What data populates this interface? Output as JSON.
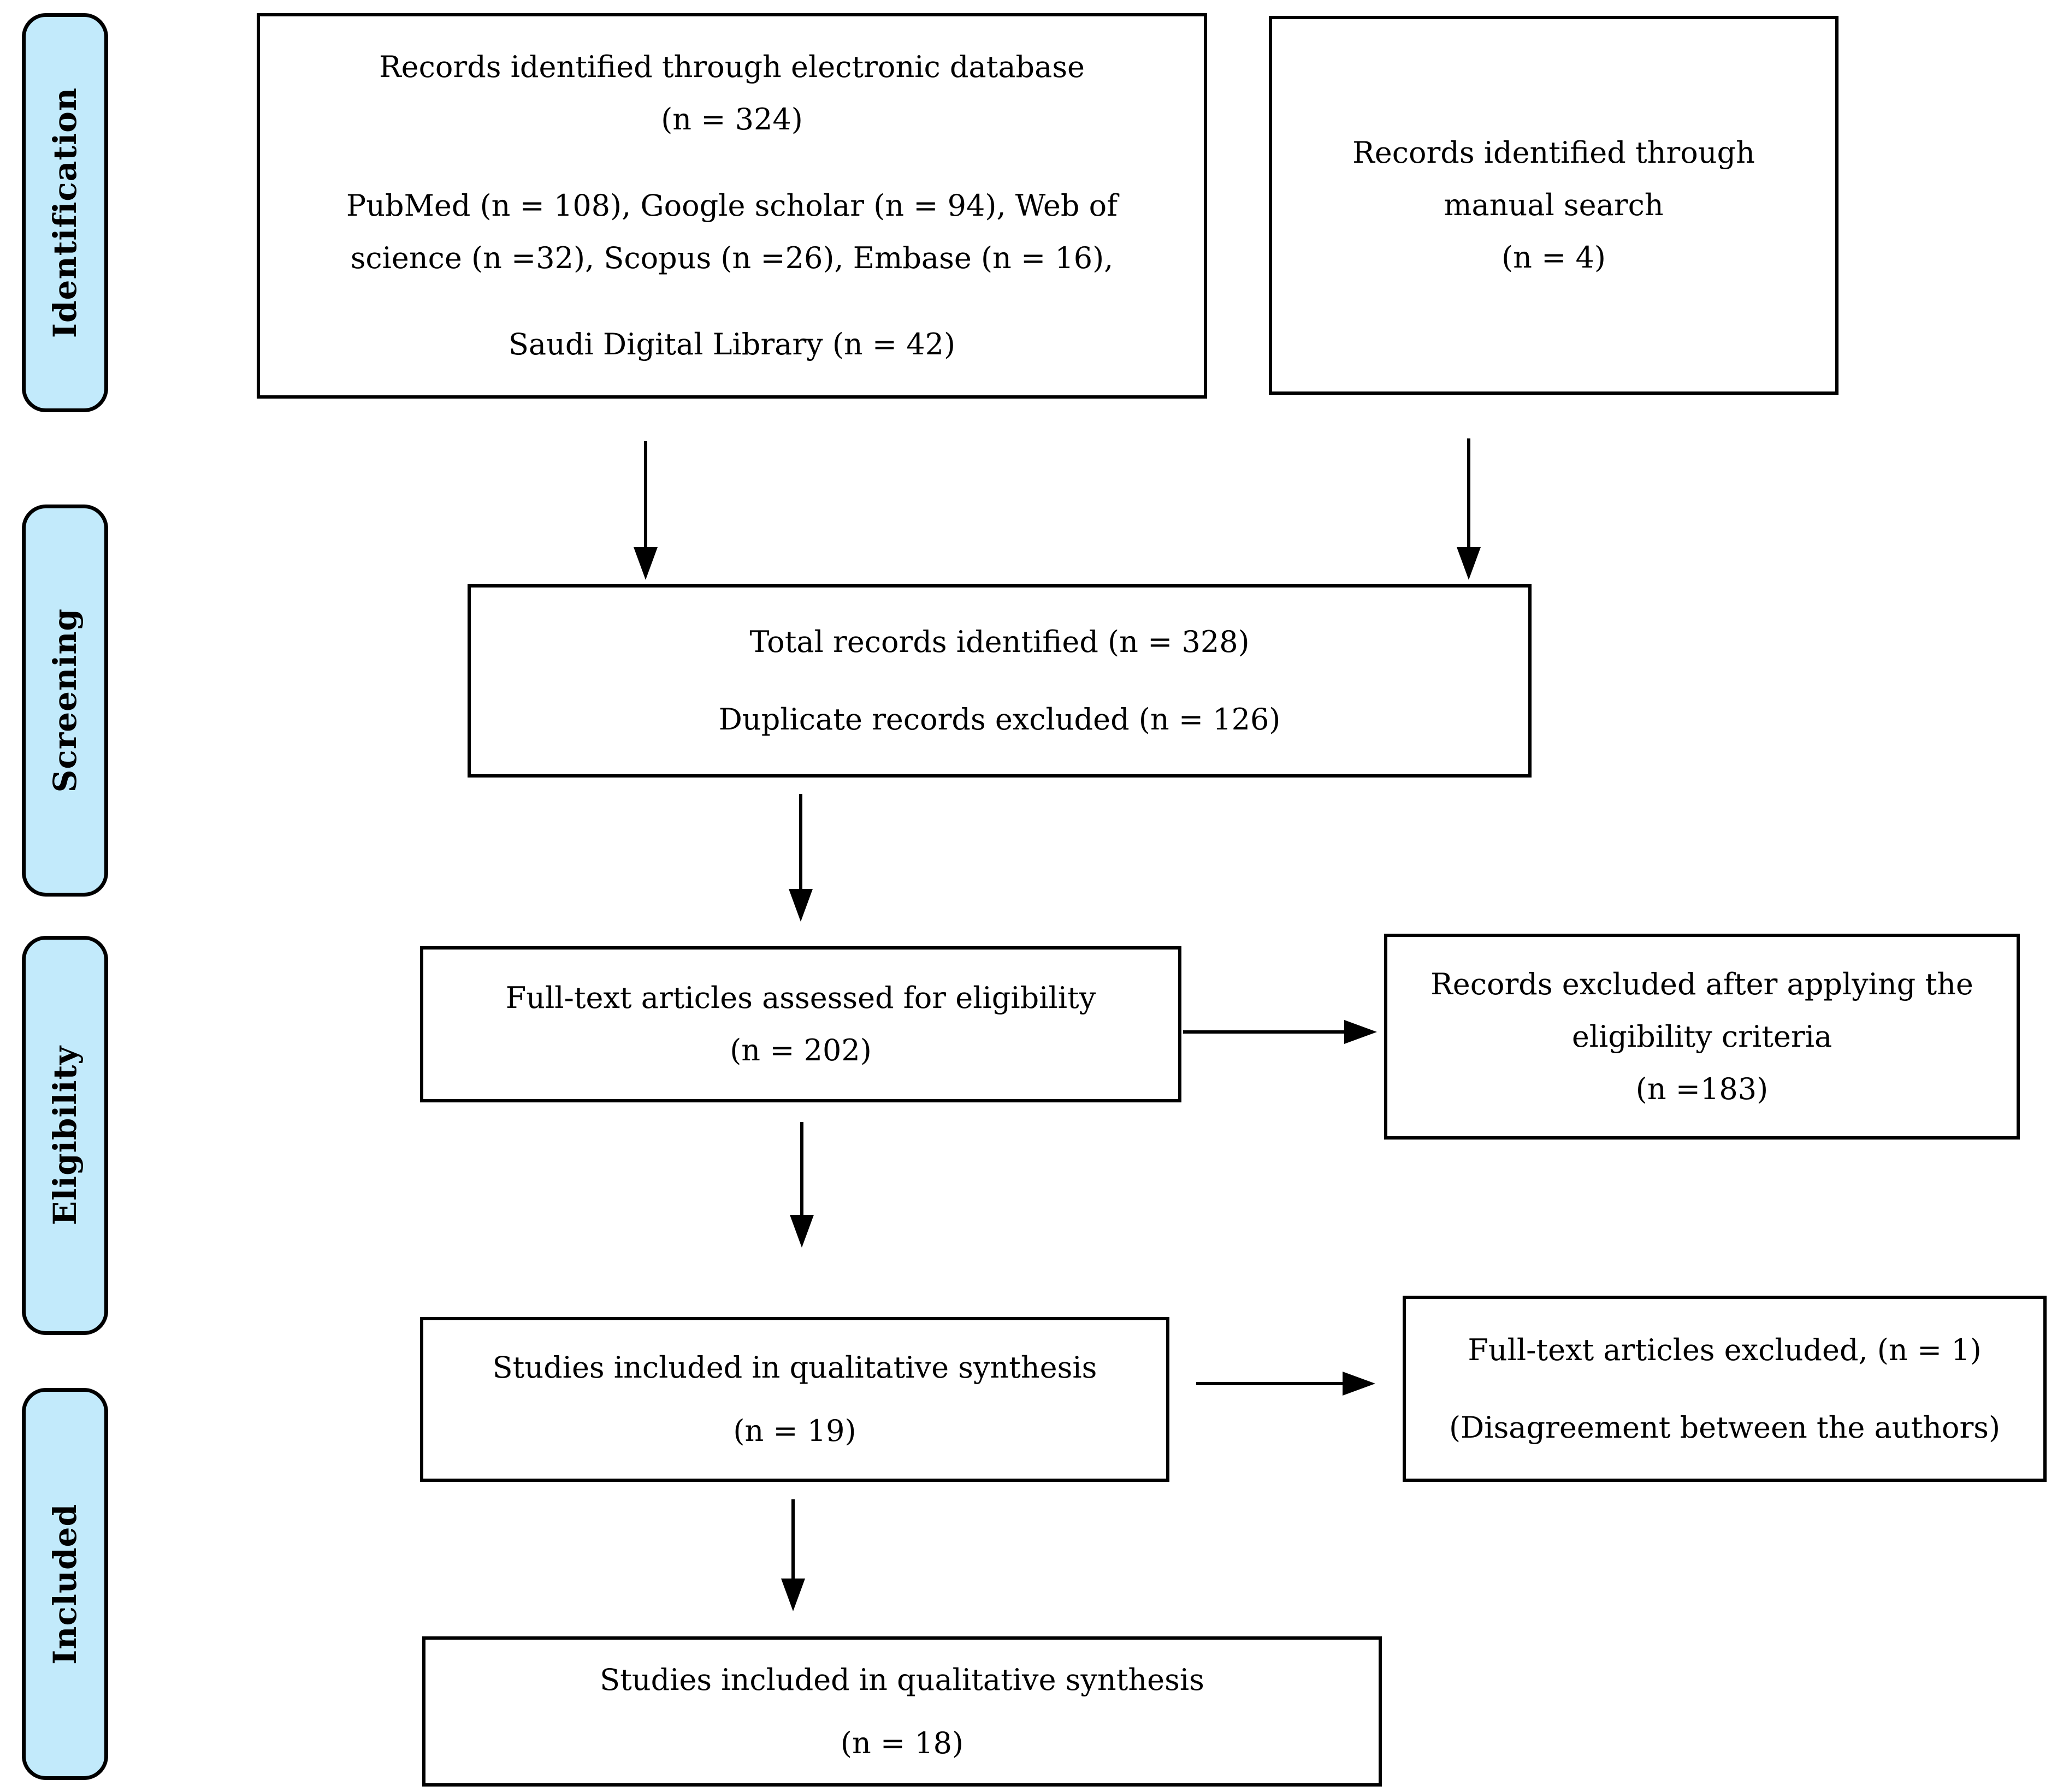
{
  "palette": {
    "background": "#ffffff",
    "stage_fill": "#c2eafb",
    "line_color": "#000000"
  },
  "stages": [
    {
      "label": "Identification"
    },
    {
      "label": "Screening"
    },
    {
      "label": "Eligibility"
    },
    {
      "label": "Included"
    }
  ],
  "boxes": {
    "electronic": {
      "lines": [
        "Records identified through electronic database",
        "(n = 324)",
        "PubMed (n = 108), Google scholar (n = 94), Web of",
        "science (n =32), Scopus (n =26), Embase (n = 16),",
        "Saudi Digital Library (n = 42)"
      ]
    },
    "manual": {
      "lines": [
        "Records identified through",
        "manual search",
        "(n = 4)"
      ]
    },
    "total": {
      "lines": [
        "Total records identified (n = 328)",
        "Duplicate records excluded (n = 126)"
      ]
    },
    "fulltext": {
      "lines": [
        "Full-text articles assessed for eligibility",
        "(n = 202)"
      ]
    },
    "records_excluded": {
      "lines": [
        "Records excluded after applying the",
        "eligibility criteria",
        "(n =183)"
      ]
    },
    "studies19": {
      "lines": [
        "Studies included in qualitative synthesis",
        "(n = 19)"
      ]
    },
    "fulltext_excluded": {
      "lines": [
        "Full-text articles excluded, (n = 1)",
        "(Disagreement between the authors)"
      ]
    },
    "studies18": {
      "lines": [
        "Studies included in qualitative synthesis",
        "(n = 18)"
      ]
    }
  }
}
